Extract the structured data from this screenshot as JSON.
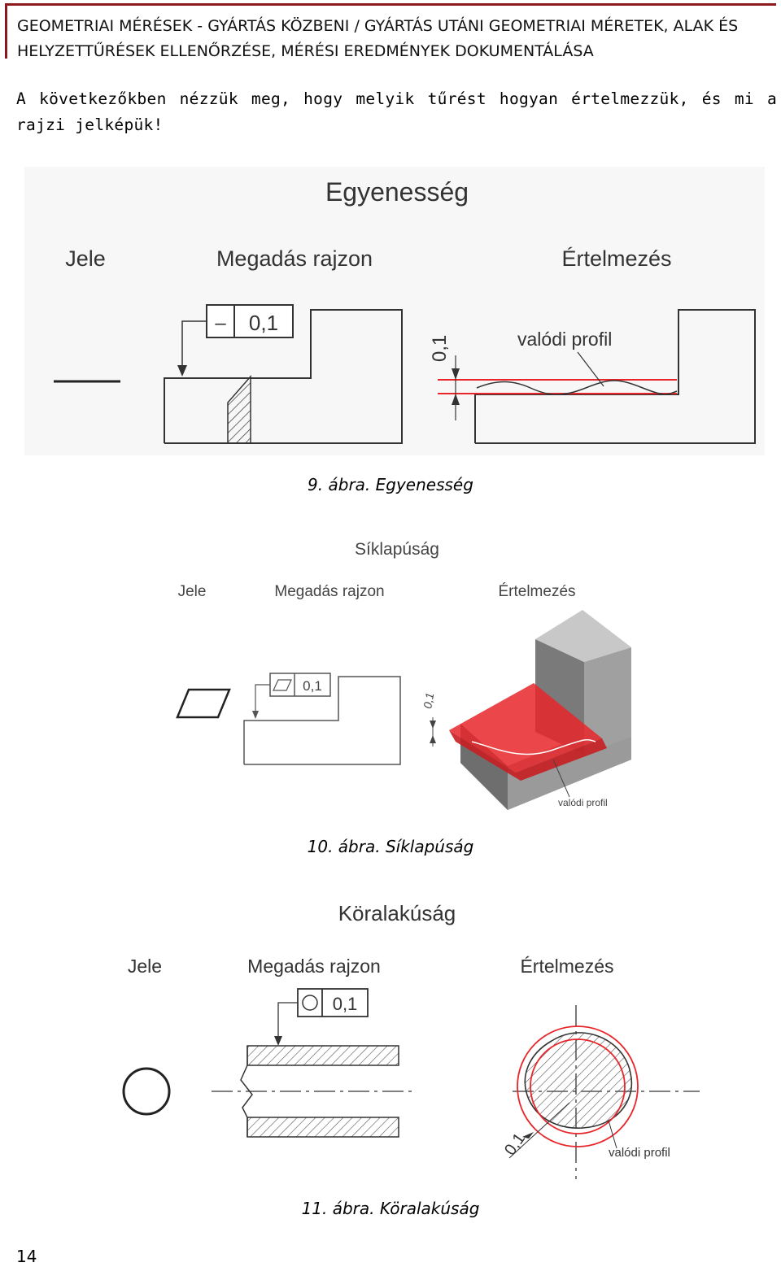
{
  "header": {
    "line1": "GEOMETRIAI MÉRÉSEK - GYÁRTÁS KÖZBENI / GYÁRTÁS UTÁNI GEOMETRIAI MÉRETEK, ALAK ÉS",
    "line2": "HELYZETTŰRÉSEK ELLENŐRZÉSE, MÉRÉSI EREDMÉNYEK DOKUMENTÁLÁSA"
  },
  "intro": "A következőkben nézzük meg, hogy melyik tűrést hogyan értelmezzük, és mi a rajzi jelképük!",
  "fig1": {
    "title": "Egyenesség",
    "col_symbol": "Jele",
    "col_drawing": "Megadás rajzon",
    "col_meaning": "Értelmezés",
    "tolerance": "0,1",
    "dim": "0,1",
    "profile": "valódi profil",
    "symbol_glyph": "–",
    "caption": "9. ábra. Egyenesség"
  },
  "fig2": {
    "title": "Síklapúság",
    "col_symbol": "Jele",
    "col_drawing": "Megadás rajzon",
    "col_meaning": "Értelmezés",
    "tolerance": "0,1",
    "dim": "0,1",
    "profile": "valódi profil",
    "caption": "10. ábra. Síklapúság"
  },
  "fig3": {
    "title": "Köralakúság",
    "col_symbol": "Jele",
    "col_drawing": "Megadás rajzon",
    "col_meaning": "Értelmezés",
    "tolerance": "0,1",
    "dim": "0,1",
    "profile": "valódi profil",
    "caption": "11. ábra. Köralakúság"
  },
  "colors": {
    "accent": "#8b1a1a",
    "red": "#e8262a",
    "hatch": "#555555"
  },
  "page_number": "14"
}
